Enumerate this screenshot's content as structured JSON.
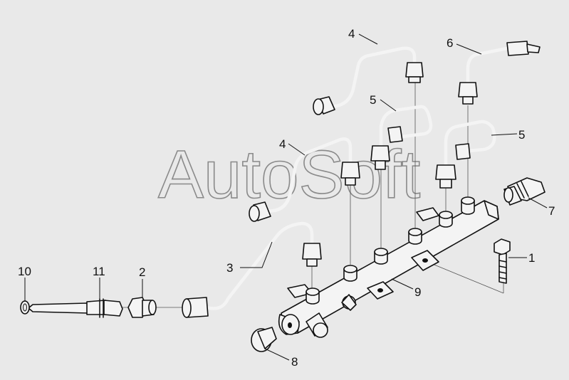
{
  "watermark": "AutoSoft",
  "callouts": [
    {
      "id": "c1",
      "text": "1"
    },
    {
      "id": "c2",
      "text": "2"
    },
    {
      "id": "c3",
      "text": "3"
    },
    {
      "id": "c4a",
      "text": "4"
    },
    {
      "id": "c4b",
      "text": "4"
    },
    {
      "id": "c5a",
      "text": "5"
    },
    {
      "id": "c5b",
      "text": "5"
    },
    {
      "id": "c6",
      "text": "6"
    },
    {
      "id": "c7",
      "text": "7"
    },
    {
      "id": "c8",
      "text": "8"
    },
    {
      "id": "c9",
      "text": "9"
    },
    {
      "id": "c10",
      "text": "10"
    },
    {
      "id": "c11",
      "text": "11"
    }
  ]
}
